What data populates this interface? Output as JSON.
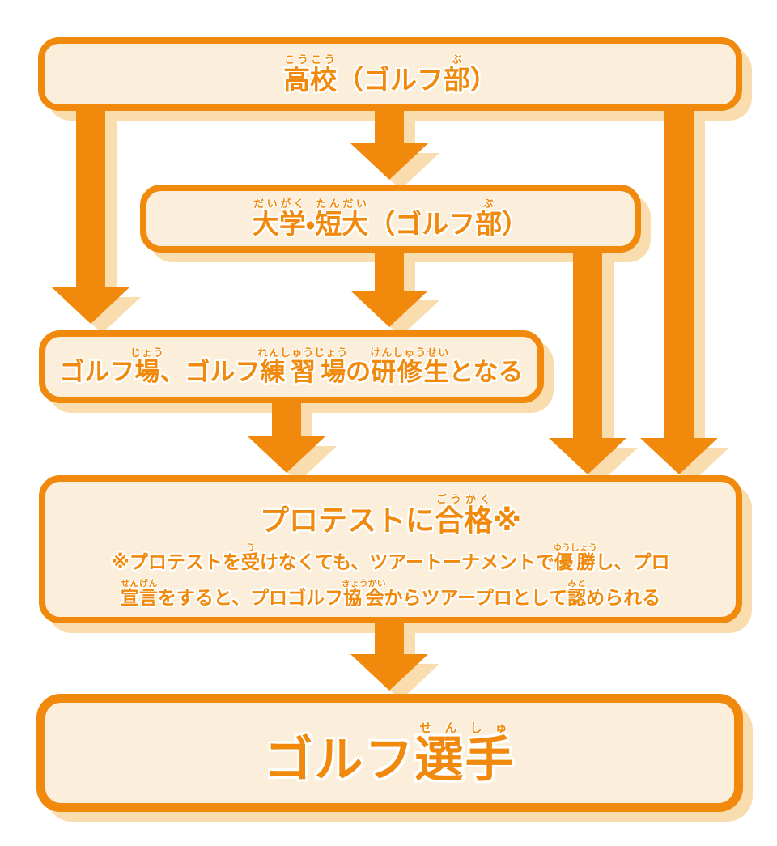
{
  "palette": {
    "orange": "#F0890C",
    "peach": "#FADDAE",
    "cream": "#FBEEDA",
    "page_bg": "#FFFFFF"
  },
  "flowchart": {
    "boxes": {
      "highschool": {
        "text": "高校（ゴルフ部）",
        "segments": [
          {
            "t": "高校",
            "r": "こうこう"
          },
          {
            "t": "（ゴルフ"
          },
          {
            "t": "部",
            "r": "ぶ"
          },
          {
            "t": "）"
          }
        ]
      },
      "university": {
        "text": "大学・短大（ゴルフ部）",
        "segments": [
          {
            "t": "大学",
            "r": "だいがく"
          },
          {
            "t": "・"
          },
          {
            "t": "短大",
            "r": "たんだい"
          },
          {
            "t": "（ゴルフ"
          },
          {
            "t": "部",
            "r": "ぶ"
          },
          {
            "t": "）"
          }
        ]
      },
      "trainee": {
        "text": "ゴルフ場、ゴルフ練習場の研修生となる",
        "segments": [
          {
            "t": "ゴルフ"
          },
          {
            "t": "場",
            "r": "じょう"
          },
          {
            "t": "、ゴルフ"
          },
          {
            "t": "練習場",
            "r": "れんしゅうじょう"
          },
          {
            "t": "の"
          },
          {
            "t": "研修生",
            "r": "けんしゅうせい"
          },
          {
            "t": "となる"
          }
        ]
      },
      "protest": {
        "title_text": "プロテストに合格※",
        "title_segments": [
          {
            "t": "プロテストに"
          },
          {
            "t": "合格",
            "r": "ごうかく"
          },
          {
            "t": "※"
          }
        ],
        "note_line1_text": "※プロテストを受けなくても、ツアートーナメントで優勝し、プロ",
        "note_line1_segments": [
          {
            "t": "※プロテストを"
          },
          {
            "t": "受",
            "r": "う"
          },
          {
            "t": "けなくても、ツアートーナメントで"
          },
          {
            "t": "優勝",
            "r": "ゆうしょう"
          },
          {
            "t": "し、プロ"
          }
        ],
        "note_line2_text": "宣言をすると、プロゴルフ協会からツアープロとして認められる",
        "note_line2_segments": [
          {
            "t": "宣言",
            "r": "せんげん"
          },
          {
            "t": "をすると、プロゴルフ"
          },
          {
            "t": "協会",
            "r": "きょうかい"
          },
          {
            "t": "からツアープロとして"
          },
          {
            "t": "認",
            "r": "みと"
          },
          {
            "t": "められる"
          }
        ]
      },
      "golfer": {
        "text": "ゴルフ選手",
        "segments": [
          {
            "t": "ゴルフ"
          },
          {
            "t": "選手",
            "r": "せんしゅ"
          }
        ]
      }
    }
  }
}
